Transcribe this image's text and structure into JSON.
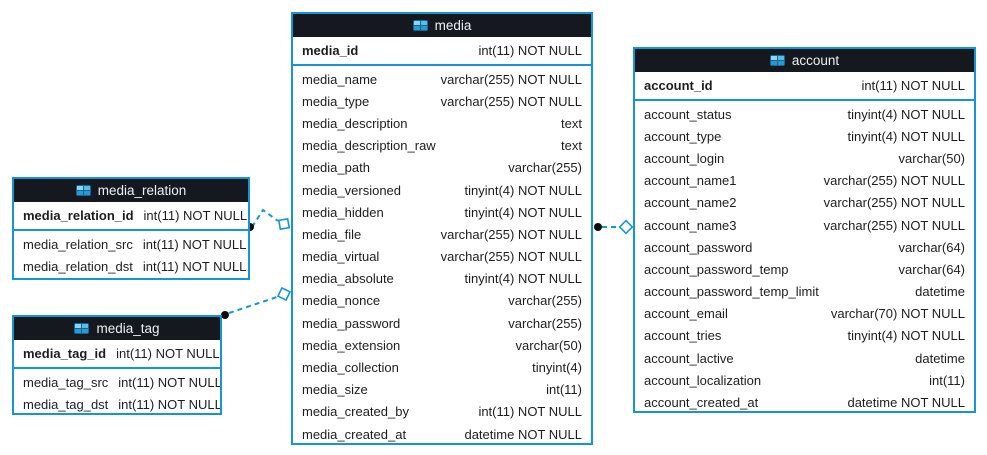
{
  "diagram": {
    "type": "database-eer-diagram",
    "colors": {
      "table_border": "#1496d5",
      "header_bg": "#15181e",
      "header_text": "#edf0f2",
      "row_text": "#1d1d1d",
      "connector_line": "#1496d5",
      "connector_dot": "#0b0c0e",
      "connector_diamond_fill": "#ffffff"
    },
    "tables": [
      {
        "title": "media_relation",
        "icon": "table-icon",
        "pk_columns": [
          {
            "name": "media_relation_id",
            "type": "int(11) NOT NULL"
          }
        ],
        "columns": [
          {
            "name": "media_relation_src",
            "type": "int(11) NOT NULL"
          },
          {
            "name": "media_relation_dst",
            "type": "int(11) NOT NULL"
          }
        ]
      },
      {
        "title": "media_tag",
        "icon": "table-icon",
        "pk_columns": [
          {
            "name": "media_tag_id",
            "type": "int(11) NOT NULL"
          }
        ],
        "columns": [
          {
            "name": "media_tag_src",
            "type": "int(11) NOT NULL"
          },
          {
            "name": "media_tag_dst",
            "type": "int(11) NOT NULL"
          }
        ]
      },
      {
        "title": "media",
        "icon": "table-icon",
        "pk_columns": [
          {
            "name": "media_id",
            "type": "int(11) NOT NULL"
          }
        ],
        "columns": [
          {
            "name": "media_name",
            "type": "varchar(255) NOT NULL"
          },
          {
            "name": "media_type",
            "type": "varchar(255) NOT NULL"
          },
          {
            "name": "media_description",
            "type": "text"
          },
          {
            "name": "media_description_raw",
            "type": "text"
          },
          {
            "name": "media_path",
            "type": "varchar(255)"
          },
          {
            "name": "media_versioned",
            "type": "tinyint(4) NOT NULL"
          },
          {
            "name": "media_hidden",
            "type": "tinyint(4) NOT NULL"
          },
          {
            "name": "media_file",
            "type": "varchar(255) NOT NULL"
          },
          {
            "name": "media_virtual",
            "type": "varchar(255) NOT NULL"
          },
          {
            "name": "media_absolute",
            "type": "tinyint(4) NOT NULL"
          },
          {
            "name": "media_nonce",
            "type": "varchar(255)"
          },
          {
            "name": "media_password",
            "type": "varchar(255)"
          },
          {
            "name": "media_extension",
            "type": "varchar(50)"
          },
          {
            "name": "media_collection",
            "type": "tinyint(4)"
          },
          {
            "name": "media_size",
            "type": "int(11)"
          },
          {
            "name": "media_created_by",
            "type": "int(11) NOT NULL"
          },
          {
            "name": "media_created_at",
            "type": "datetime NOT NULL"
          }
        ]
      },
      {
        "title": "account",
        "icon": "table-icon",
        "pk_columns": [
          {
            "name": "account_id",
            "type": "int(11) NOT NULL"
          }
        ],
        "columns": [
          {
            "name": "account_status",
            "type": "tinyint(4) NOT NULL"
          },
          {
            "name": "account_type",
            "type": "tinyint(4) NOT NULL"
          },
          {
            "name": "account_login",
            "type": "varchar(50)"
          },
          {
            "name": "account_name1",
            "type": "varchar(255) NOT NULL"
          },
          {
            "name": "account_name2",
            "type": "varchar(255) NOT NULL"
          },
          {
            "name": "account_name3",
            "type": "varchar(255) NOT NULL"
          },
          {
            "name": "account_password",
            "type": "varchar(64)"
          },
          {
            "name": "account_password_temp",
            "type": "varchar(64)"
          },
          {
            "name": "account_password_temp_limit",
            "type": "datetime"
          },
          {
            "name": "account_email",
            "type": "varchar(70) NOT NULL"
          },
          {
            "name": "account_tries",
            "type": "tinyint(4) NOT NULL"
          },
          {
            "name": "account_lactive",
            "type": "datetime"
          },
          {
            "name": "account_localization",
            "type": "int(11)"
          },
          {
            "name": "account_created_at",
            "type": "datetime NOT NULL"
          }
        ]
      }
    ],
    "relationships": [
      {
        "from": "media_relation",
        "to": "media",
        "line_style": "dashed",
        "from_end": "dot",
        "to_end": "open-diamond"
      },
      {
        "from": "media_tag",
        "to": "media",
        "line_style": "dashed",
        "from_end": "dot",
        "to_end": "open-diamond"
      },
      {
        "from": "media",
        "to": "account",
        "line_style": "dashed",
        "from_end": "dot",
        "to_end": "open-diamond"
      }
    ]
  }
}
